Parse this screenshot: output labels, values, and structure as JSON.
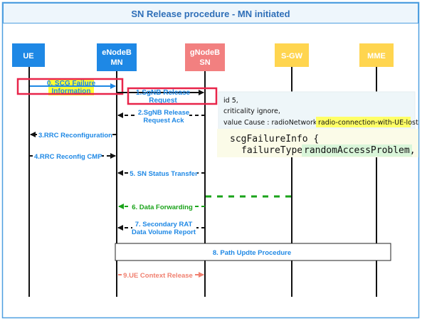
{
  "title": "SN Release procedure - MN initiated",
  "colors": {
    "frame": "#4f9fe0",
    "title_bar": "#eef6fc",
    "title_text": "#2f6fb8",
    "ue": "#1e88e5",
    "enodeb": "#1e88e5",
    "gnodeb": "#f28080",
    "sgw": "#ffd54f",
    "mme": "#ffd54f",
    "blue_msg": "#1e88e5",
    "green_msg": "#1aa31a",
    "salmon_msg": "#f08070",
    "highlight": "#ffff33",
    "red_box": "#e8254a"
  },
  "entities": [
    {
      "id": "ue",
      "lines": [
        "UE"
      ]
    },
    {
      "id": "enodeb",
      "lines": [
        "eNodeB",
        "MN"
      ]
    },
    {
      "id": "gnodeb",
      "lines": [
        "gNodeB",
        "SN"
      ]
    },
    {
      "id": "sgw",
      "lines": [
        "S-GW"
      ]
    },
    {
      "id": "mme",
      "lines": [
        "MME"
      ]
    }
  ],
  "messages": [
    {
      "id": "m0",
      "lines": [
        "0. SCG Failure",
        "Information"
      ]
    },
    {
      "id": "m1",
      "lines": [
        "1.SgNB Release",
        "Request"
      ]
    },
    {
      "id": "m2",
      "lines": [
        "2.SgNB Release",
        "Request Ack"
      ]
    },
    {
      "id": "m3",
      "lines": [
        "3.RRC Reconfiguration"
      ]
    },
    {
      "id": "m4",
      "lines": [
        "4.RRC Reconfig CMP"
      ]
    },
    {
      "id": "m5",
      "lines": [
        "5. SN Status Transfer"
      ]
    },
    {
      "id": "m6",
      "lines": [
        "6. Data Forwarding"
      ]
    },
    {
      "id": "m7",
      "lines": [
        "7. Secondary RAT",
        "Data Volume Report"
      ]
    },
    {
      "id": "m8",
      "lines": [
        "8. Path Updte Procedure"
      ]
    },
    {
      "id": "m9",
      "lines": [
        "9.UE Context Release"
      ]
    }
  ],
  "cause_box": {
    "lines": [
      "id 5,",
      "criticality ignore,"
    ],
    "cause_prefix": "value Cause : radioNetwork : ",
    "cause_value": "radio-connection-with-UE-lost"
  },
  "scg_box": {
    "line1": "scgFailureInfo {",
    "line2_prefix": "failureType ",
    "line2_value": "randomAccessProblem,"
  }
}
